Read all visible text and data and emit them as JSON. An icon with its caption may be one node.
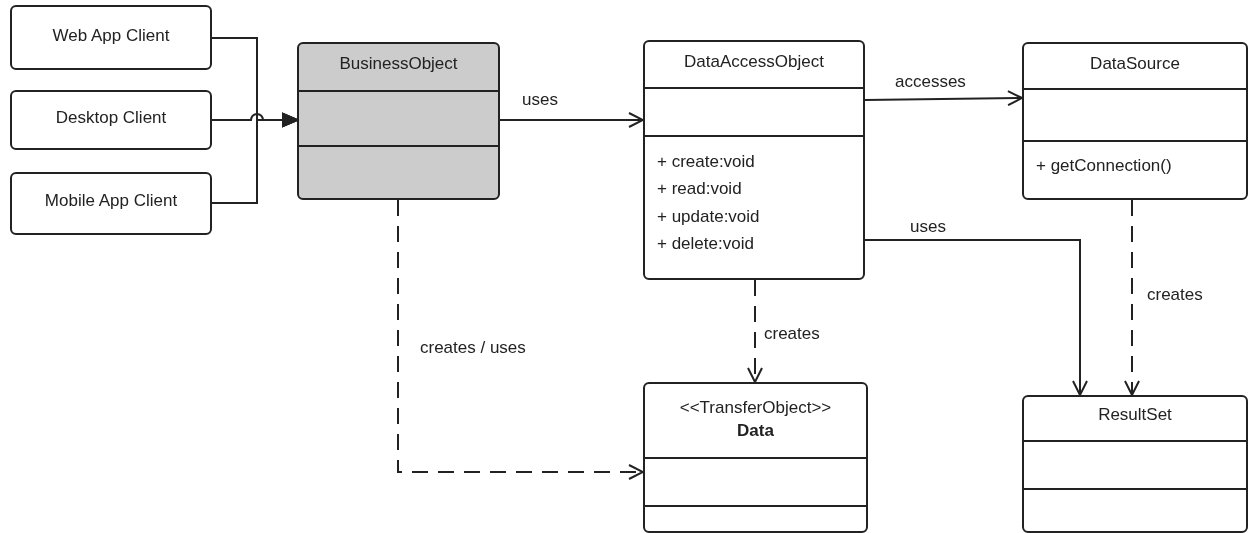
{
  "diagram": {
    "nodes": [
      {
        "text": [
          "Web App Client"
        ]
      },
      {
        "text": [
          "Desktop Client"
        ]
      },
      {
        "text": [
          "Mobile App Client"
        ]
      },
      {
        "text": [
          "BusinessObject"
        ]
      },
      {
        "text": [
          "DataAccessObject",
          "+ create:void",
          "+ read:void",
          "+ update:void",
          "+ delete:void"
        ]
      },
      {
        "text": [
          "DataSource",
          "+ getConnection()"
        ]
      },
      {
        "text": [
          "<<TransferObject>>",
          "Data"
        ]
      },
      {
        "text": [
          "ResultSet"
        ]
      }
    ],
    "edges": [
      {
        "from": 0,
        "to": 3,
        "arrow": "to"
      },
      {
        "from": 1,
        "to": 3,
        "arrow": "to"
      },
      {
        "from": 2,
        "to": 3,
        "arrow": "to"
      },
      {
        "from": 3,
        "to": 4,
        "arrow": "to",
        "label": "uses"
      },
      {
        "from": 4,
        "to": 5,
        "arrow": "to",
        "label": "accesses"
      },
      {
        "from": 4,
        "to": 7,
        "arrow": "to",
        "label": "uses"
      },
      {
        "from": 5,
        "to": 7,
        "arrow": "to",
        "label": "creates",
        "style": "dashed"
      },
      {
        "from": 4,
        "to": 6,
        "arrow": "to",
        "label": "creates",
        "style": "dashed"
      },
      {
        "from": 3,
        "to": 6,
        "arrow": "to",
        "label": "creates / uses",
        "style": "dashed"
      }
    ]
  }
}
